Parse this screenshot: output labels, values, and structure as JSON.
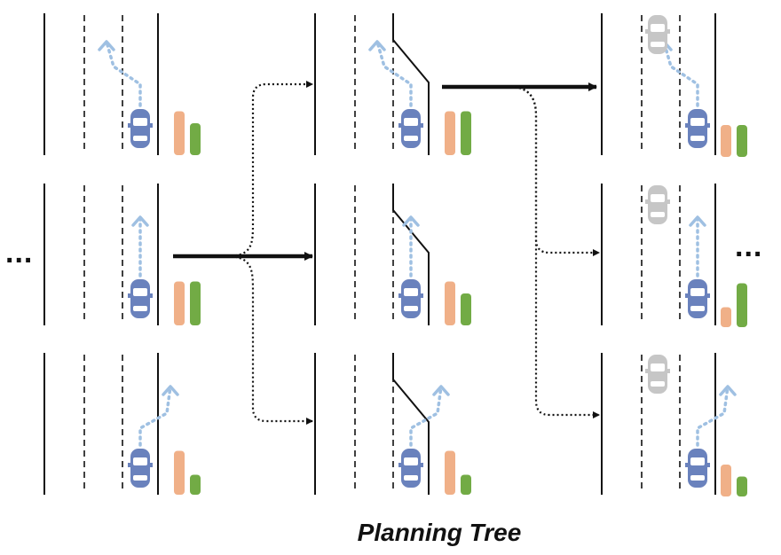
{
  "caption": "Planning Tree",
  "ellipsis_left": "...",
  "ellipsis_right": "...",
  "colors": {
    "ego_car": "#6a82bd",
    "other_car": "#c6c6c6",
    "trajectory": "#9fc0e2",
    "bar_cost_1": "#f0b088",
    "bar_cost_2": "#72ab45",
    "lane_line": "#111111"
  },
  "tree": {
    "levels": 3,
    "nodes_per_level": 3,
    "selected_path": [
      1,
      1,
      0
    ]
  },
  "scenes": [
    {
      "id": "L1-top",
      "maneuver": "lane-change-left",
      "merge_lane": false,
      "other_car": false,
      "bar_1": 0.55,
      "bar_2": 0.4
    },
    {
      "id": "L1-mid",
      "maneuver": "keep-lane",
      "merge_lane": false,
      "other_car": false,
      "bar_1": 0.55,
      "bar_2": 0.55
    },
    {
      "id": "L1-bottom",
      "maneuver": "lane-change-right",
      "merge_lane": false,
      "other_car": false,
      "bar_1": 0.55,
      "bar_2": 0.25
    },
    {
      "id": "L2-top",
      "maneuver": "lane-change-left",
      "merge_lane": true,
      "other_car": false,
      "bar_1": 0.55,
      "bar_2": 0.55
    },
    {
      "id": "L2-mid",
      "maneuver": "keep-lane",
      "merge_lane": true,
      "other_car": false,
      "bar_1": 0.55,
      "bar_2": 0.4
    },
    {
      "id": "L2-bottom",
      "maneuver": "lane-change-right",
      "merge_lane": true,
      "other_car": false,
      "bar_1": 0.55,
      "bar_2": 0.25
    },
    {
      "id": "L3-top",
      "maneuver": "lane-change-left",
      "merge_lane": false,
      "other_car": true,
      "bar_1": 0.4,
      "bar_2": 0.4
    },
    {
      "id": "L3-mid",
      "maneuver": "keep-lane",
      "merge_lane": false,
      "other_car": true,
      "bar_1": 0.25,
      "bar_2": 0.55
    },
    {
      "id": "L3-bottom",
      "maneuver": "lane-change-right",
      "merge_lane": false,
      "other_car": true,
      "bar_1": 0.4,
      "bar_2": 0.25
    }
  ]
}
